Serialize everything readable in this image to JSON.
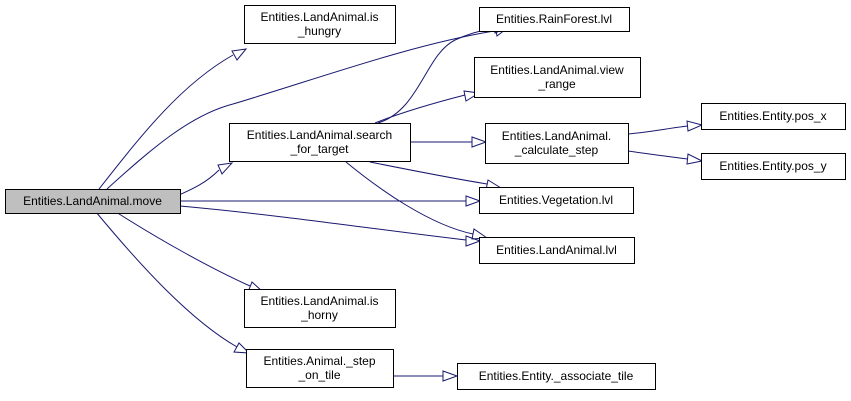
{
  "colors": {
    "node_fill": "#ffffff",
    "node_highlight_fill": "#bfbfbf",
    "node_border": "#000000",
    "edge": "#191970"
  },
  "nodes": {
    "move": {
      "lines": [
        "Entities.LandAnimal.move"
      ]
    },
    "is_hungry": {
      "lines": [
        "Entities.LandAnimal.is",
        "_hungry"
      ]
    },
    "search_for_target": {
      "lines": [
        "Entities.LandAnimal.search",
        "_for_target"
      ]
    },
    "is_horny": {
      "lines": [
        "Entities.LandAnimal.is",
        "_horny"
      ]
    },
    "step_on_tile": {
      "lines": [
        "Entities.Animal._step",
        "_on_tile"
      ]
    },
    "rainforest_lvl": {
      "lines": [
        "Entities.RainForest.lvl"
      ]
    },
    "view_range": {
      "lines": [
        "Entities.LandAnimal.view",
        "_range"
      ]
    },
    "calculate_step": {
      "lines": [
        "Entities.LandAnimal.",
        "_calculate_step"
      ]
    },
    "vegetation_lvl": {
      "lines": [
        "Entities.Vegetation.lvl"
      ]
    },
    "landanimal_lvl": {
      "lines": [
        "Entities.LandAnimal.lvl"
      ]
    },
    "associate_tile": {
      "lines": [
        "Entities.Entity._associate_tile"
      ]
    },
    "pos_x": {
      "lines": [
        "Entities.Entity.pos_x"
      ]
    },
    "pos_y": {
      "lines": [
        "Entities.Entity.pos_y"
      ]
    }
  },
  "edges": [
    {
      "from": "move",
      "to": "is_hungry"
    },
    {
      "from": "move",
      "to": "search_for_target"
    },
    {
      "from": "move",
      "to": "rainforest_lvl"
    },
    {
      "from": "move",
      "to": "vegetation_lvl"
    },
    {
      "from": "move",
      "to": "landanimal_lvl"
    },
    {
      "from": "move",
      "to": "is_horny"
    },
    {
      "from": "move",
      "to": "step_on_tile"
    },
    {
      "from": "search_for_target",
      "to": "rainforest_lvl"
    },
    {
      "from": "search_for_target",
      "to": "view_range"
    },
    {
      "from": "search_for_target",
      "to": "calculate_step"
    },
    {
      "from": "search_for_target",
      "to": "vegetation_lvl"
    },
    {
      "from": "search_for_target",
      "to": "landanimal_lvl"
    },
    {
      "from": "calculate_step",
      "to": "pos_x"
    },
    {
      "from": "calculate_step",
      "to": "pos_y"
    },
    {
      "from": "step_on_tile",
      "to": "associate_tile"
    }
  ]
}
